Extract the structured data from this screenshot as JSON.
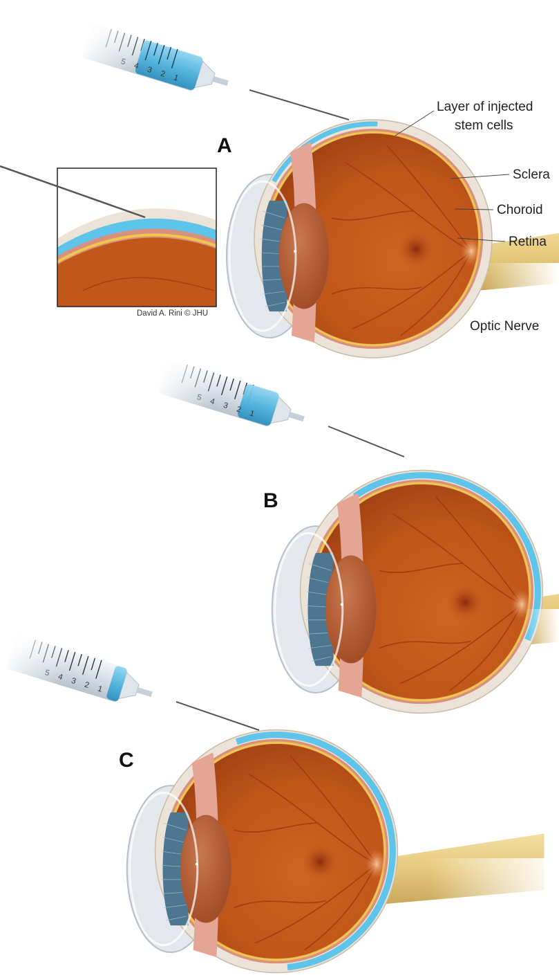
{
  "labels": {
    "injected_line1": "Layer of injected",
    "injected_line2": "stem cells",
    "sclera": "Sclera",
    "choroid": "Choroid",
    "retina": "Retina",
    "optic_nerve": "Optic Nerve"
  },
  "panels": {
    "a": "A",
    "b": "B",
    "c": "C"
  },
  "credit": "David A. Rini © JHU",
  "syringe_scale_numbers": [
    "1",
    "2",
    "3",
    "4",
    "5"
  ],
  "colors": {
    "sclera": "#ece3d8",
    "injected_cells": "#5ec4ea",
    "choroid": "#d9907c",
    "retina_line": "#f0c64c",
    "fundus": "#c2571b",
    "optic_nerve": "#e9cf86",
    "syringe_fluid": "#4fb4de",
    "iris": "#4d7791"
  }
}
